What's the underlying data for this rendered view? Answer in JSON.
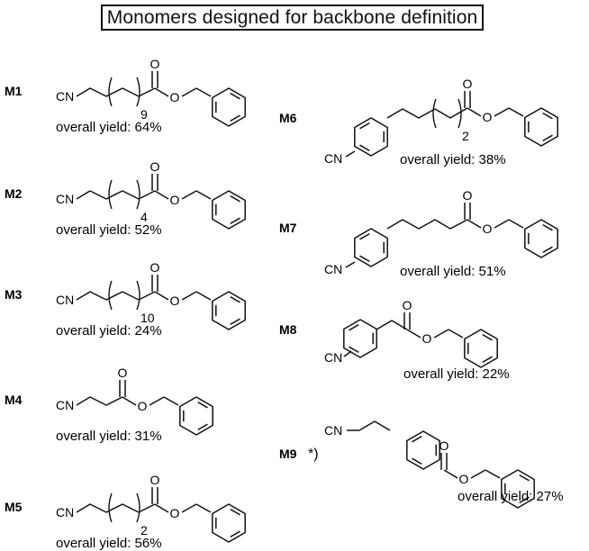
{
  "title": "Monomers designed for backbone definition",
  "compounds": [
    {
      "id": "M1",
      "yield_label": "overall yield: 64%",
      "subscript": "9"
    },
    {
      "id": "M2",
      "yield_label": "overall yield: 52%",
      "subscript": "4"
    },
    {
      "id": "M3",
      "yield_label": "overall yield: 24%",
      "subscript": "10"
    },
    {
      "id": "M4",
      "yield_label": "overall yield: 31%"
    },
    {
      "id": "M5",
      "yield_label": "overall yield: 56%",
      "subscript": "2"
    },
    {
      "id": "M6",
      "yield_label": "overall yield: 38%",
      "subscript": "2"
    },
    {
      "id": "M7",
      "yield_label": "overall yield: 51%"
    },
    {
      "id": "M8",
      "yield_label": "overall yield: 22%"
    },
    {
      "id": "M9",
      "yield_label": "overall yield: 27%",
      "footnote": "*)"
    }
  ],
  "atoms": {
    "nitrile": "CN",
    "oxygen": "O"
  }
}
